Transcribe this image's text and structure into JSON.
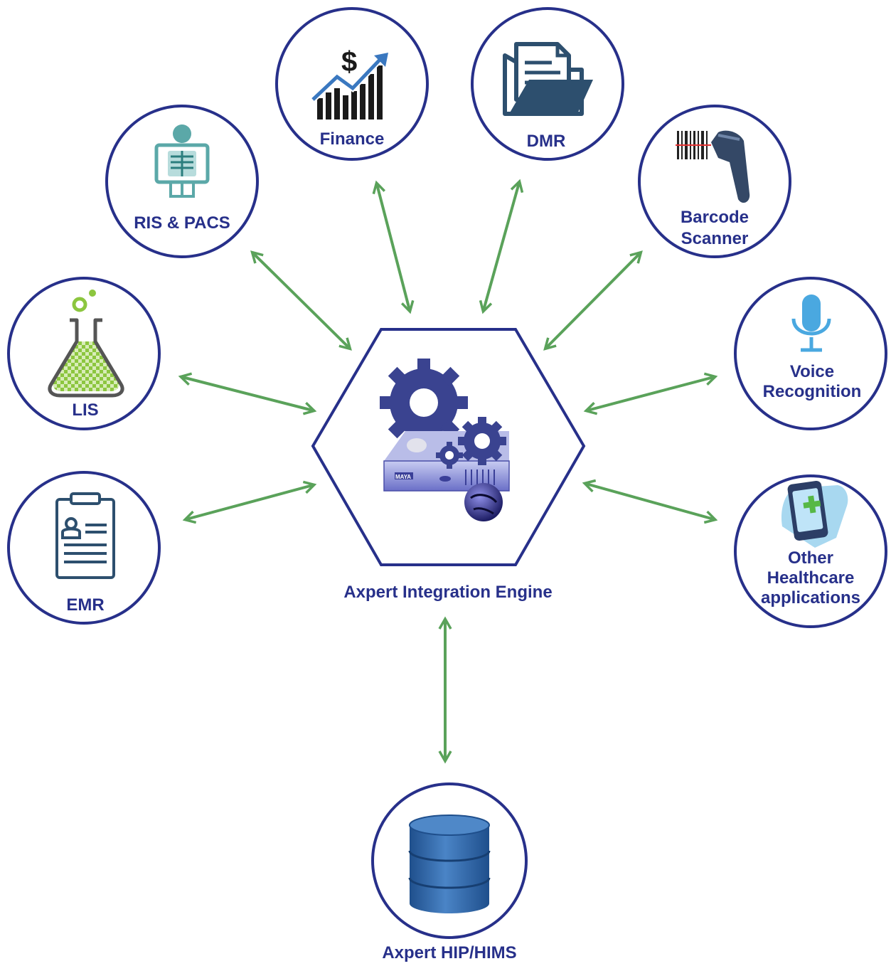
{
  "center": {
    "label": "Axpert Integration Engine",
    "server_badge": "MAYA"
  },
  "nodes": {
    "finance": {
      "label": "Finance",
      "icon": "finance-chart-icon"
    },
    "dmr": {
      "label": "DMR",
      "icon": "document-folder-icon"
    },
    "ris_pacs": {
      "label": "RIS & PACS",
      "icon": "xray-icon"
    },
    "barcode": {
      "label_line1": "Barcode",
      "label_line2": "Scanner",
      "icon": "barcode-scanner-icon"
    },
    "lis": {
      "label": "LIS",
      "icon": "lab-flask-icon"
    },
    "voice": {
      "label_line1": "Voice",
      "label_line2": "Recognition",
      "icon": "microphone-icon"
    },
    "emr": {
      "label": "EMR",
      "icon": "clipboard-icon"
    },
    "other": {
      "label_line1": "Other",
      "label_line2": "Healthcare",
      "label_line3": "applications",
      "icon": "mobile-health-icon"
    }
  },
  "hub": {
    "label": "Axpert HIP/HIMS",
    "icon": "database-icon"
  },
  "colors": {
    "navy": "#27308a",
    "arrow_green": "#5aa25a",
    "icon_teal": "#5ba8a8",
    "lime": "#8cc63f",
    "db_blue": "#2f67a8"
  }
}
